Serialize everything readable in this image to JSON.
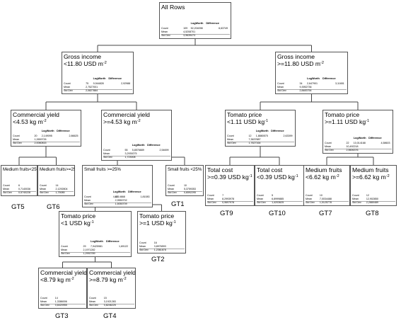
{
  "nodes": [
    {
      "id": "root",
      "title_lines": [
        "All Rows"
      ],
      "count": "109",
      "mean": "4,5208701",
      "sd": "3,9639473",
      "logworth": "52,204098",
      "difference": "6,63749",
      "has_header": true
    },
    {
      "id": "gi_lt",
      "title_lines": [
        "Gross income",
        "<11.80 USD m^-2"
      ],
      "count": "75",
      "mean": "2,7527001",
      "sd": "2,0827884",
      "logworth": "9,944828",
      "difference": "2,92988",
      "has_header": true
    },
    {
      "id": "gi_ge",
      "title_lines": [
        "Gross income",
        ">=11.80 USD m^-2"
      ],
      "count": "34",
      "mean": "9,3952736",
      "sd": "2,8483754",
      "logworth": "2,647901",
      "difference": "3,11651",
      "has_header": true
    },
    {
      "id": "cy_lt",
      "title_lines": [
        "Commercial yield",
        "<4.53 kg m^-2"
      ],
      "count": "20",
      "mean": "1,2659726",
      "sd": "2,0060815",
      "logworth": "2,149095",
      "difference": "2,86625",
      "has_header": true
    },
    {
      "id": "cy_ge",
      "title_lines": [
        "Commercial yield",
        ">=4.53 kg m^-2"
      ],
      "count": "55",
      "mean": "3,2939275",
      "sd": "1,723008",
      "logworth": "5,8576689",
      "difference": "2,54699",
      "has_header": true
    },
    {
      "id": "tp_lt111",
      "title_lines": [
        "Tomato price",
        "<1.11 USD kg^-1"
      ],
      "count": "12",
      "mean": "7,3637887",
      "sd": "1,7627164",
      "logworth": "1,8880575",
      "difference": "2,63399",
      "has_header": true
    },
    {
      "id": "tp_ge111",
      "title_lines": [
        "Tomato price",
        ">=1.11 USD kg^-1"
      ],
      "count": "22",
      "mean": "10,492218",
      "sd": "2,5606376",
      "logworth": "10,014168",
      "difference": "4,58603",
      "has_header": true
    },
    {
      "id": "mf_lt",
      "title_lines": [
        "Medium fruits<25%"
      ],
      "small": true,
      "count": "6",
      "mean": "0,7140036",
      "sd": "0,5740228",
      "logworth": "",
      "difference": "",
      "has_header": false
    },
    {
      "id": "mf_ge",
      "title_lines": [
        "Medium fruits>=25%"
      ],
      "small": true,
      "count": "14",
      "mean": "2,1292804",
      "sd": "1,75085",
      "logworth": "",
      "difference": "",
      "has_header": false
    },
    {
      "id": "sf_ge",
      "title_lines": [
        "Small fruits >=25%"
      ],
      "small": true,
      "count": "45",
      "mean": "2,9550702",
      "sd": "1,5050709",
      "logworth": "4,6214668",
      "difference": "1,81083",
      "has_header": true
    },
    {
      "id": "sf_lt",
      "title_lines": [
        "Small fruits <25%"
      ],
      "small": true,
      "count": "10",
      "mean": "5,3759353",
      "sd": "0,6592295",
      "logworth": "",
      "difference": "",
      "has_header": false
    },
    {
      "id": "tc_ge",
      "title_lines": [
        "Total cost",
        ">=0.39 USD kg^-1"
      ],
      "count": "7",
      "mean": "8,2993978",
      "sd": "0,9697978",
      "logworth": "",
      "difference": "",
      "has_header": false
    },
    {
      "id": "tc_lt",
      "title_lines": [
        "Total cost",
        "<0.39 USD kg^-1"
      ],
      "count": "5",
      "mean": "6,8999885",
      "sd": "1,4203625",
      "logworth": "",
      "difference": "",
      "has_header": false
    },
    {
      "id": "mf_lt662",
      "title_lines": [
        "Medium fruits",
        "<6.62 kg m^-2"
      ],
      "count": "10",
      "mean": "7,0034488",
      "sd": "1,0125778",
      "logworth": "",
      "difference": "",
      "has_header": false
    },
    {
      "id": "mf_ge662",
      "title_lines": [
        "Medium fruits",
        ">=6.62 kg m^-2"
      ],
      "count": "12",
      "mean": "12,902850",
      "sd": "2,2880489",
      "logworth": "",
      "difference": "",
      "has_header": false
    },
    {
      "id": "tp_lt1",
      "title_lines": [
        "Tomato price",
        "<1 USD kg^-1"
      ],
      "count": "29",
      "mean": "2,1971282",
      "sd": "1,2992789",
      "logworth": "7,9425981",
      "difference": "1,69122",
      "has_header": true
    },
    {
      "id": "tp_ge1",
      "title_lines": [
        "Tomato price",
        ">=1 USD kg^-1"
      ],
      "count": "16",
      "mean": "3,8976593",
      "sd": "1,2361878",
      "logworth": "",
      "difference": "",
      "has_header": false
    },
    {
      "id": "cy_lt879",
      "title_lines": [
        "Commercial yield",
        "<8.79 kg m^-2"
      ],
      "count": "14",
      "mean": "1,3386006",
      "sd": "0,8420955",
      "logworth": "",
      "difference": "",
      "has_header": false
    },
    {
      "id": "cy_ge879",
      "title_lines": [
        "Commercial yield",
        ">=8.79 kg m^-2"
      ],
      "count": "15",
      "mean": "3,1921283",
      "sd": "0,8246225",
      "logworth": "",
      "difference": "",
      "has_header": false
    }
  ],
  "labels": {
    "count": "Count",
    "mean": "Mean",
    "sd": "Std Dev",
    "logworth": "LogWorth",
    "difference": "Difference"
  },
  "terminal_groups": [
    {
      "id": "GT1",
      "node": "sf_lt"
    },
    {
      "id": "GT2",
      "node": "tp_ge1"
    },
    {
      "id": "GT3",
      "node": "cy_lt879"
    },
    {
      "id": "GT4",
      "node": "cy_ge879"
    },
    {
      "id": "GT5",
      "node": "mf_lt"
    },
    {
      "id": "GT6",
      "node": "mf_ge"
    },
    {
      "id": "GT7",
      "node": "mf_lt662"
    },
    {
      "id": "GT8",
      "node": "mf_ge662"
    },
    {
      "id": "GT9",
      "node": "tc_ge"
    },
    {
      "id": "GT10",
      "node": "tc_lt"
    }
  ]
}
